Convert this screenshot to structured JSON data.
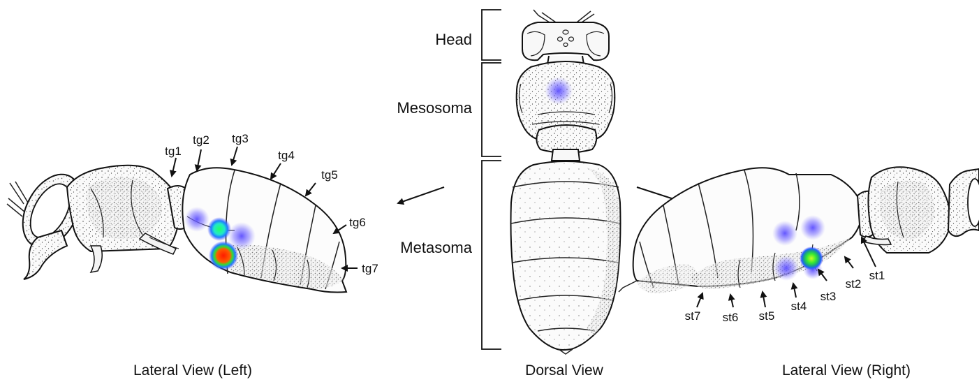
{
  "regions": {
    "head": "Head",
    "mesosoma": "Mesosoma",
    "metasoma": "Metasoma"
  },
  "captions": {
    "left": "Lateral View (Left)",
    "dorsal": "Dorsal View",
    "right": "Lateral View (Right)"
  },
  "left_labels": [
    "tg1",
    "tg2",
    "tg3",
    "tg4",
    "tg5",
    "tg6",
    "tg7"
  ],
  "right_labels": [
    "st1",
    "st2",
    "st3",
    "st4",
    "st5",
    "st6",
    "st7"
  ],
  "colors": {
    "outline": "#111111",
    "body_fill": "#f8f8f8",
    "stipple": "#333333",
    "blob_blue": "#6a5cff",
    "blob_green": "#22e040",
    "blob_cyan": "#2fe7c8",
    "blob_red": "#ff2a00"
  }
}
